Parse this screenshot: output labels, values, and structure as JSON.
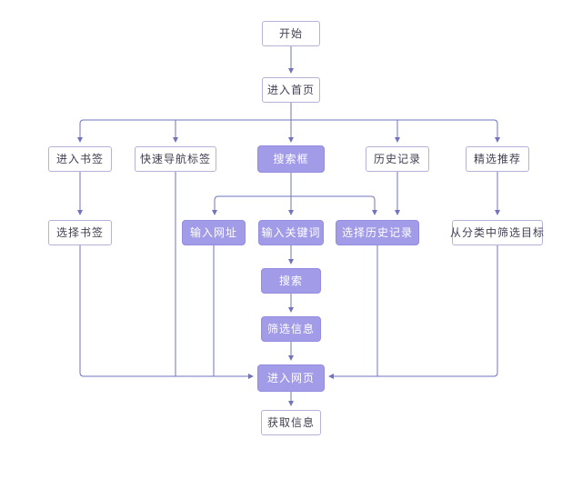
{
  "colors": {
    "canvas_bg": "#ffffff",
    "node_bg": "#ffffff",
    "node_border": "#b4b2d6",
    "accent_fill": "#a29ce8",
    "accent_border": "#938ce0",
    "line": "#7173bd",
    "text_dark": "#414153",
    "text_light": "#ffffff"
  },
  "nodes": [
    {
      "id": "start",
      "label": "开始"
    },
    {
      "id": "enter-homepage",
      "label": "进入首页"
    },
    {
      "id": "enter-bookmarks",
      "label": "进入书签"
    },
    {
      "id": "quick-nav-tabs",
      "label": "快速导航标签"
    },
    {
      "id": "search-box",
      "label": "搜索框"
    },
    {
      "id": "history",
      "label": "历史记录"
    },
    {
      "id": "featured",
      "label": "精选推荐"
    },
    {
      "id": "select-bookmark",
      "label": "选择书签"
    },
    {
      "id": "enter-url",
      "label": "输入网址"
    },
    {
      "id": "enter-keywords",
      "label": "输入关键词"
    },
    {
      "id": "select-history",
      "label": "选择历史记录"
    },
    {
      "id": "filter-category",
      "label": "从分类中筛选目标"
    },
    {
      "id": "search",
      "label": "搜索"
    },
    {
      "id": "filter-info",
      "label": "筛选信息"
    },
    {
      "id": "open-webpage",
      "label": "进入网页"
    },
    {
      "id": "get-info",
      "label": "获取信息"
    }
  ]
}
